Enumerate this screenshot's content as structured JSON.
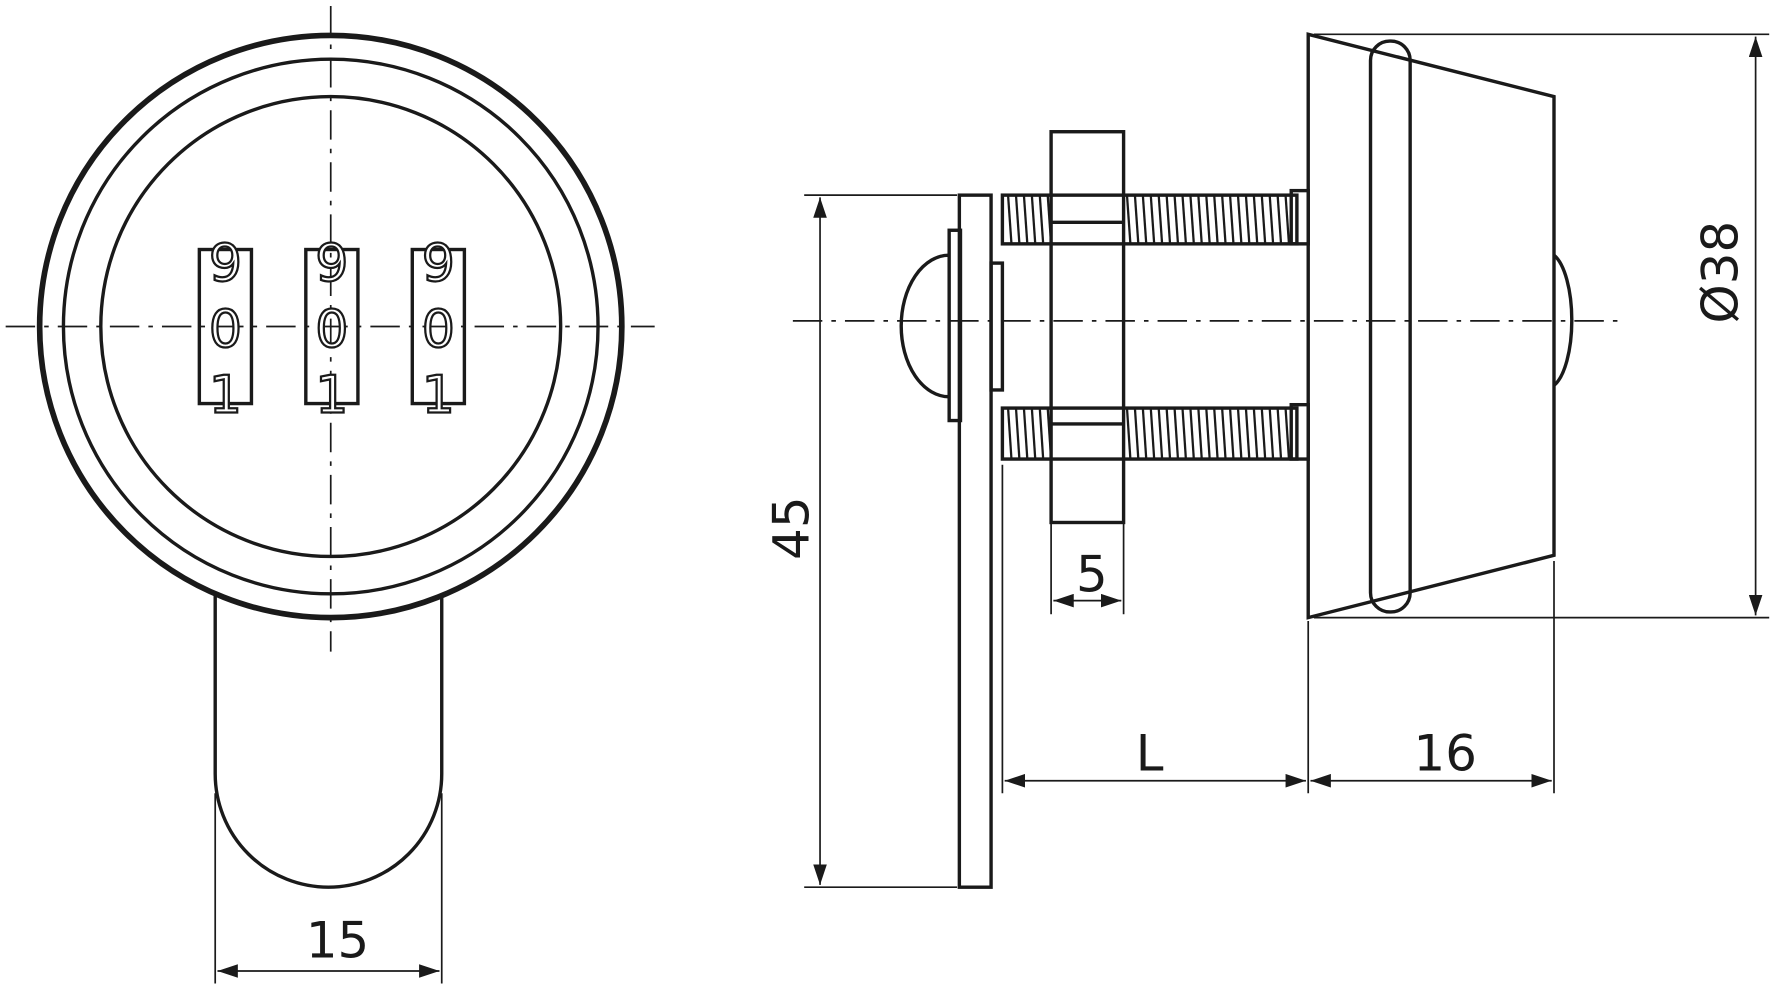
{
  "front_view": {
    "wheels": [
      {
        "digits": [
          "9",
          "0",
          "1"
        ]
      },
      {
        "digits": [
          "9",
          "0",
          "1"
        ]
      },
      {
        "digits": [
          "9",
          "0",
          "1"
        ]
      }
    ],
    "dim_lever_width": "15"
  },
  "side_view": {
    "dim_height": "45",
    "dim_nut": "5",
    "dim_length": "L",
    "dim_bezel": "16",
    "dim_diameter": "Ø38"
  }
}
